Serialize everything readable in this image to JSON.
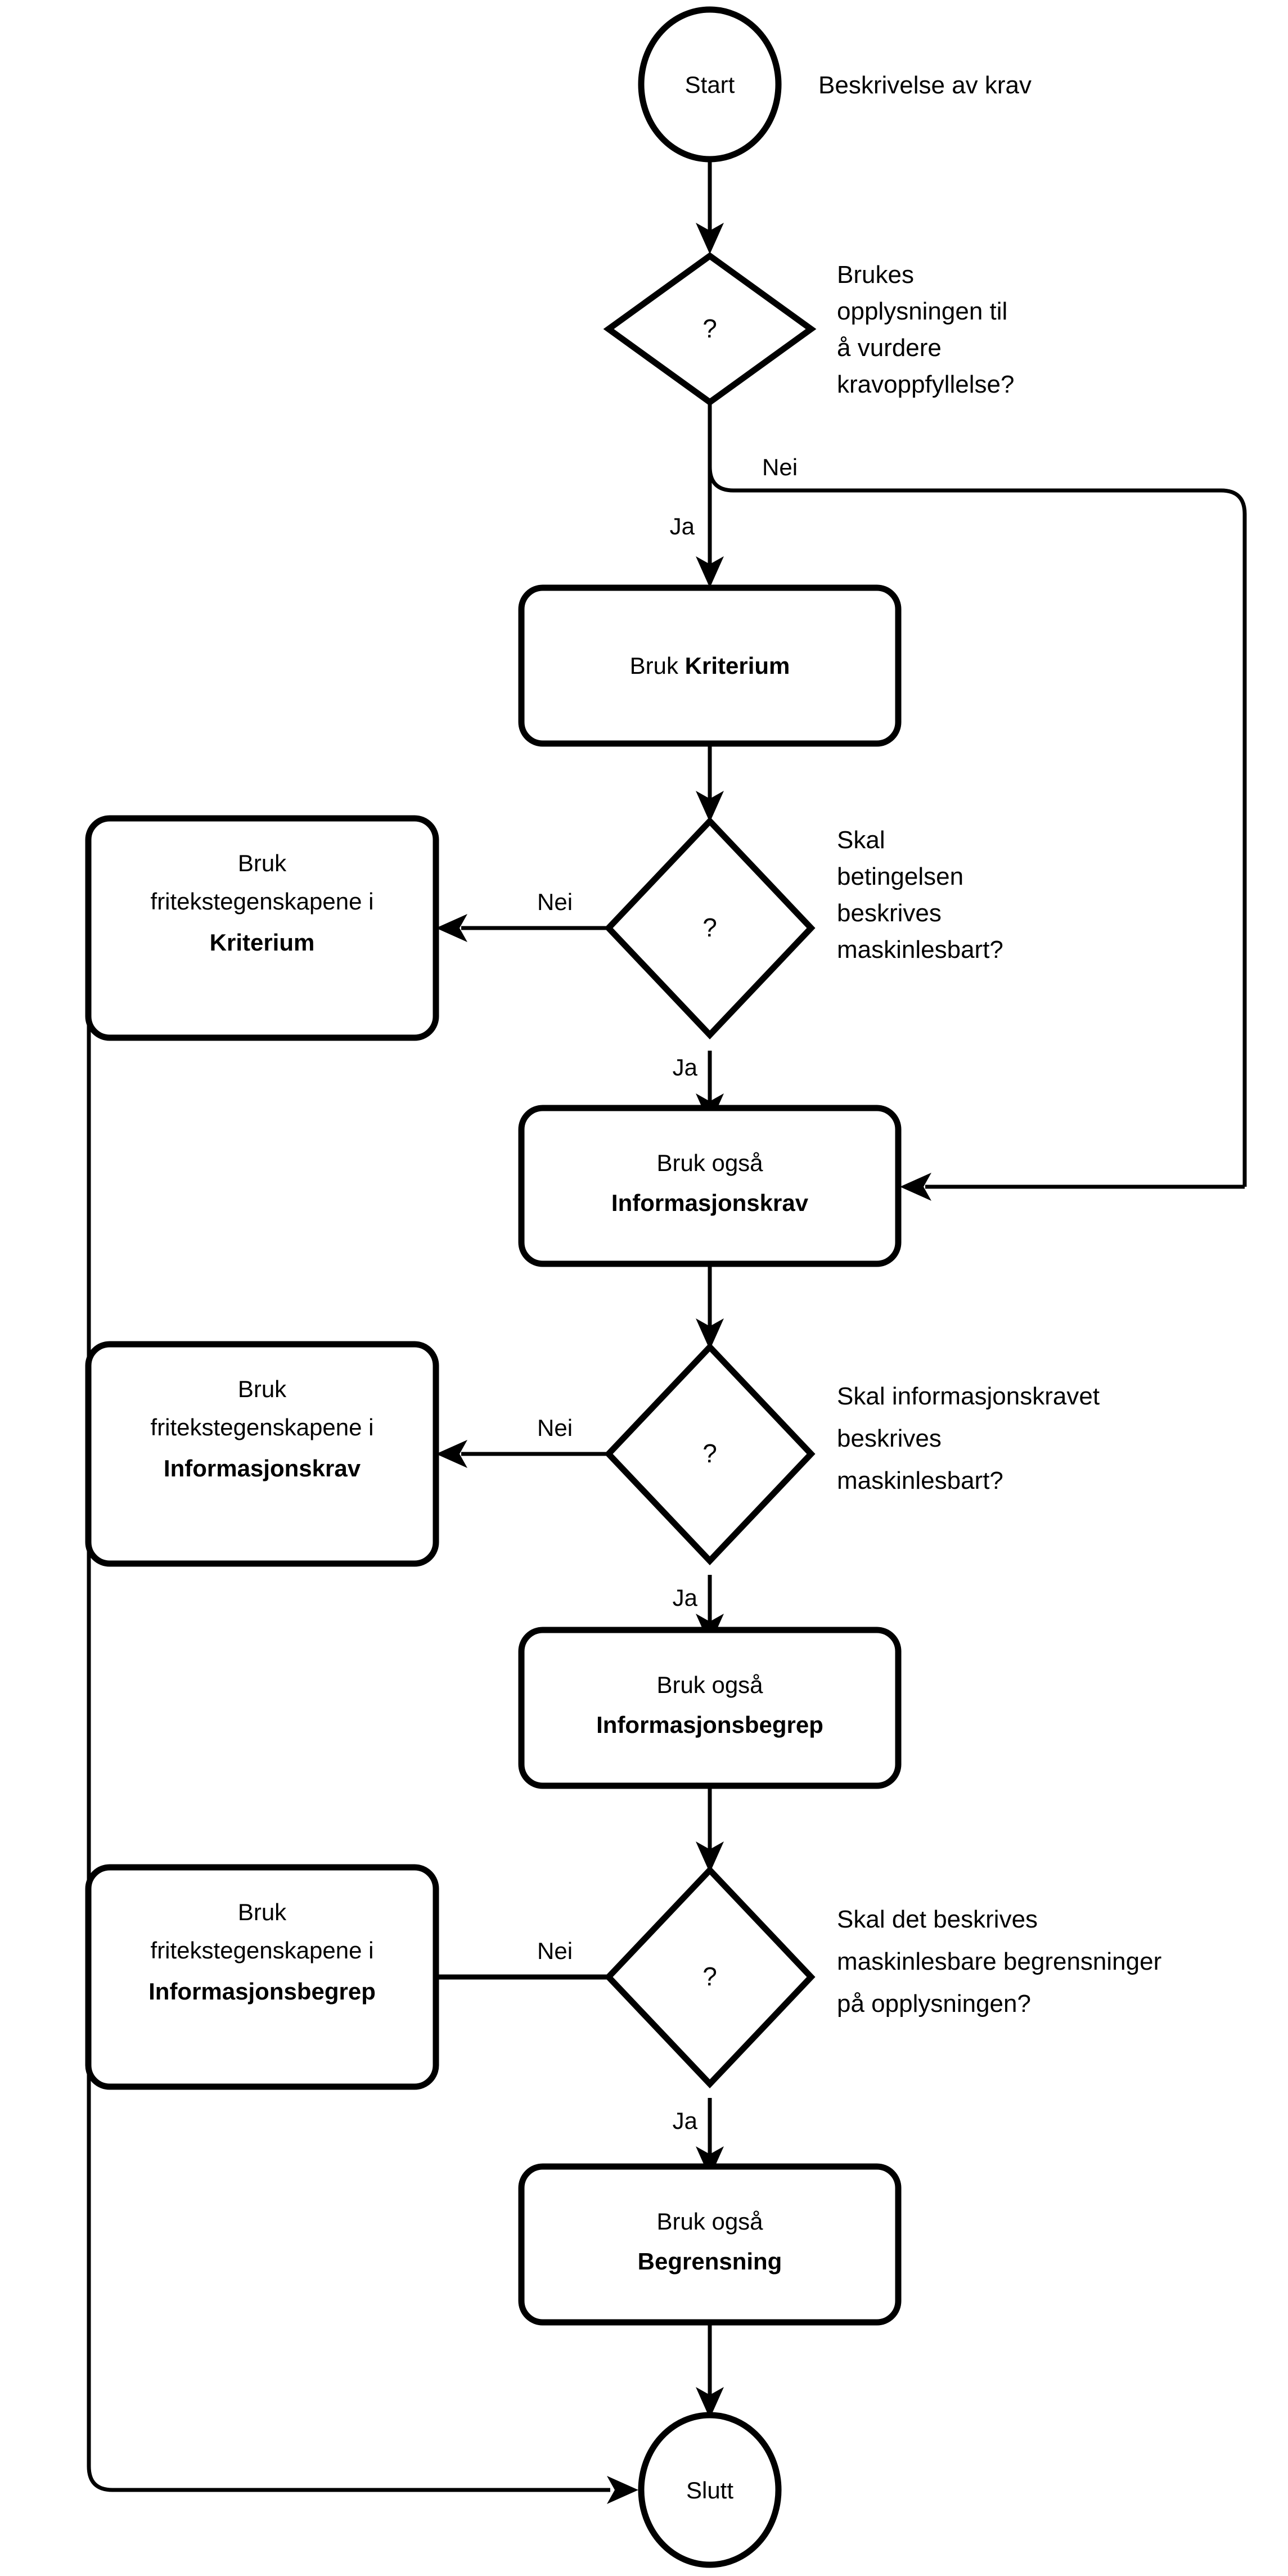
{
  "diagram": {
    "title": "Beskrivelse av krav",
    "language": "no",
    "orientation": "top-to-bottom",
    "colors": {
      "background": "#ffffff",
      "stroke": "#000000",
      "text": "#000000",
      "fill": "#ffffff"
    }
  },
  "nodes": {
    "start": {
      "id": "start",
      "type": "terminal",
      "label": "Start",
      "annotation": "Beskrivelse av krav"
    },
    "d1": {
      "id": "d1",
      "type": "decision",
      "label": "?",
      "annotation_lines": [
        "Brukes",
        "opplysningen til",
        "å vurdere",
        "kravoppfyllelse?"
      ]
    },
    "p1": {
      "id": "p1",
      "type": "process",
      "line1": "Bruk ",
      "line1_bold": "Kriterium"
    },
    "d2": {
      "id": "d2",
      "type": "decision",
      "label": "?",
      "annotation_lines": [
        "Skal",
        "betingelsen",
        "beskrives",
        "maskinlesbart?"
      ]
    },
    "f1": {
      "id": "f1",
      "type": "process",
      "line1": "Bruk",
      "line2": "fritekstegenskapene i",
      "line3_bold": "Kriterium"
    },
    "p2": {
      "id": "p2",
      "type": "process",
      "line1": "Bruk også",
      "line2_bold": "Informasjonskrav"
    },
    "d3": {
      "id": "d3",
      "type": "decision",
      "label": "?",
      "annotation_lines": [
        "Skal informasjonskravet",
        "beskrives",
        "maskinlesbart?"
      ]
    },
    "f2": {
      "id": "f2",
      "type": "process",
      "line1": "Bruk",
      "line2": "fritekstegenskapene i",
      "line3_bold": "Informasjonskrav"
    },
    "p3": {
      "id": "p3",
      "type": "process",
      "line1": "Bruk også",
      "line2_bold": "Informasjonsbegrep"
    },
    "d4": {
      "id": "d4",
      "type": "decision",
      "label": "?",
      "annotation_lines": [
        "Skal det beskrives",
        "maskinlesbare begrensninger",
        "på opplysningen?"
      ]
    },
    "f3": {
      "id": "f3",
      "type": "process",
      "line1": "Bruk",
      "line2": "fritekstegenskapene i",
      "line3_bold": "Informasjonsbegrep"
    },
    "p4": {
      "id": "p4",
      "type": "process",
      "line1": "Bruk også",
      "line2_bold": "Begrensning"
    },
    "end": {
      "id": "end",
      "type": "terminal",
      "label": "Slutt"
    }
  },
  "edge_labels": {
    "d1_nei": "Nei",
    "d1_ja": "Ja",
    "d2_nei": "Nei",
    "d2_ja": "Ja",
    "d3_nei": "Nei",
    "d3_ja": "Ja",
    "d4_nei": "Nei",
    "d4_ja": "Ja"
  },
  "edges": [
    {
      "from": "start",
      "to": "d1",
      "label": ""
    },
    {
      "from": "d1",
      "to": "p1",
      "label": "Ja"
    },
    {
      "from": "d1",
      "to": "p2",
      "label": "Nei"
    },
    {
      "from": "p1",
      "to": "d2",
      "label": ""
    },
    {
      "from": "d2",
      "to": "f1",
      "label": "Nei"
    },
    {
      "from": "d2",
      "to": "p2",
      "label": "Ja"
    },
    {
      "from": "p2",
      "to": "d3",
      "label": ""
    },
    {
      "from": "d3",
      "to": "f2",
      "label": "Nei"
    },
    {
      "from": "d3",
      "to": "p3",
      "label": "Ja"
    },
    {
      "from": "p3",
      "to": "d4",
      "label": ""
    },
    {
      "from": "d4",
      "to": "f3",
      "label": "Nei"
    },
    {
      "from": "d4",
      "to": "p4",
      "label": "Ja"
    },
    {
      "from": "p4",
      "to": "end",
      "label": ""
    },
    {
      "from": "f1",
      "to": "end",
      "label": ""
    },
    {
      "from": "f2",
      "to": "end",
      "label": ""
    },
    {
      "from": "f3",
      "to": "end",
      "label": ""
    }
  ]
}
